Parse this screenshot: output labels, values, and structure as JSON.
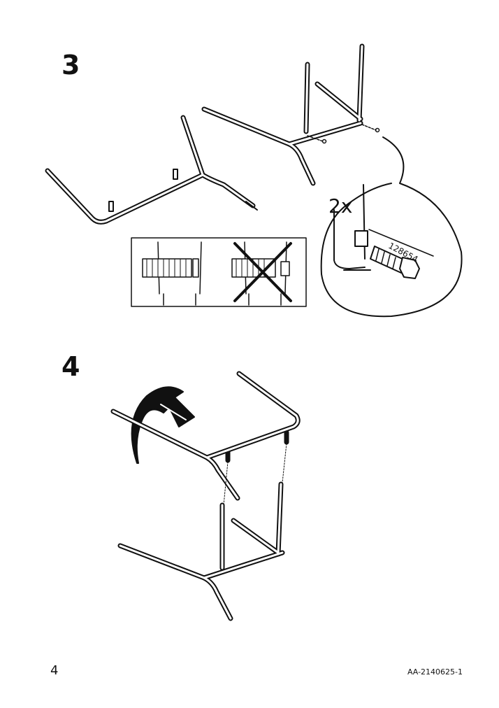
{
  "steps": [
    {
      "number": "3",
      "quantity_label": "2x",
      "part_number": "128654"
    },
    {
      "number": "4"
    }
  ],
  "footer": {
    "page_number": "4",
    "document_code": "AA-2140625-1"
  },
  "icons": [
    "frame-part-illustration",
    "bolt-icon",
    "zoom-callout",
    "correct-fit-icon",
    "incorrect-fit-cross-icon",
    "rotate-arrow-icon"
  ]
}
